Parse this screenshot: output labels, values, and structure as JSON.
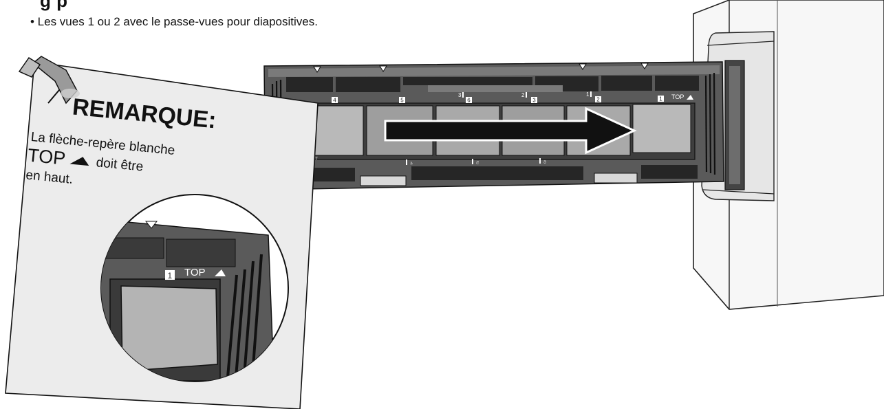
{
  "heading": "g                  p",
  "bullet": "• Les vues 1 ou 2 avec le passe-vues pour diapositives.",
  "note": {
    "title": "REMARQUE:",
    "line1": "La flèche-repère blanche",
    "line2_top": "TOP",
    "line2_rest": "doit être",
    "line3": "en haut."
  },
  "holder": {
    "frame_numbers_top": [
      "1",
      "2",
      "3",
      "4",
      "5",
      "6"
    ],
    "marks_top": [
      "1",
      "2",
      "3"
    ],
    "top_label": "TOP",
    "top_label_mirrored": "TOP",
    "marks_bottom": [
      "4",
      "5",
      "6"
    ]
  },
  "zoom": {
    "frame_number": "1",
    "top_label": "TOP"
  },
  "colors": {
    "holder_dark": "#5a5a5a",
    "holder_mid": "#8c8c8c",
    "window_gray": "#b4b4b4",
    "paper": "#ececec",
    "arrow_black": "#111111"
  }
}
